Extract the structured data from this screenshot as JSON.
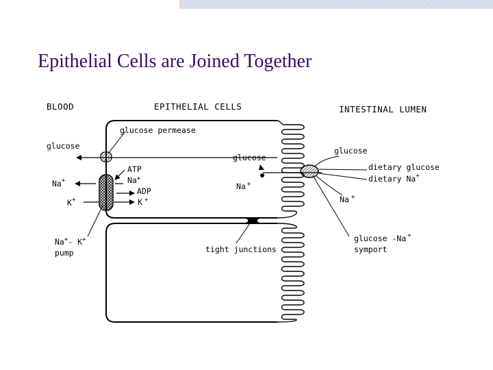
{
  "slide": {
    "title": "Epithelial Cells are Joined Together"
  },
  "diagram": {
    "headers": {
      "blood": "BLOOD",
      "epithelial_cells": "EPITHELIAL CELLS",
      "intestinal_lumen": "INTESTINAL LUMEN"
    },
    "labels": {
      "glucose_permease": "glucose permease",
      "glucose_blood": "glucose",
      "atp": "ATP",
      "na_inside_top": "Na",
      "adp": "ADP",
      "k_inside": "K",
      "na_blood": "Na",
      "k_blood": "K",
      "glucose_cell": "glucose",
      "na_cell": "Na",
      "glucose_lumen": "glucose",
      "dietary_glucose": "dietary glucose",
      "dietary_na": "dietary Na",
      "na_lumen": "Na",
      "pump_line1_a": "Na",
      "pump_line1_b": "- K",
      "pump_line2": "pump",
      "tight_junctions": "tight junctions",
      "symport_line1": "glucose -Na",
      "symport_line2": "symport",
      "plus": "+"
    }
  }
}
